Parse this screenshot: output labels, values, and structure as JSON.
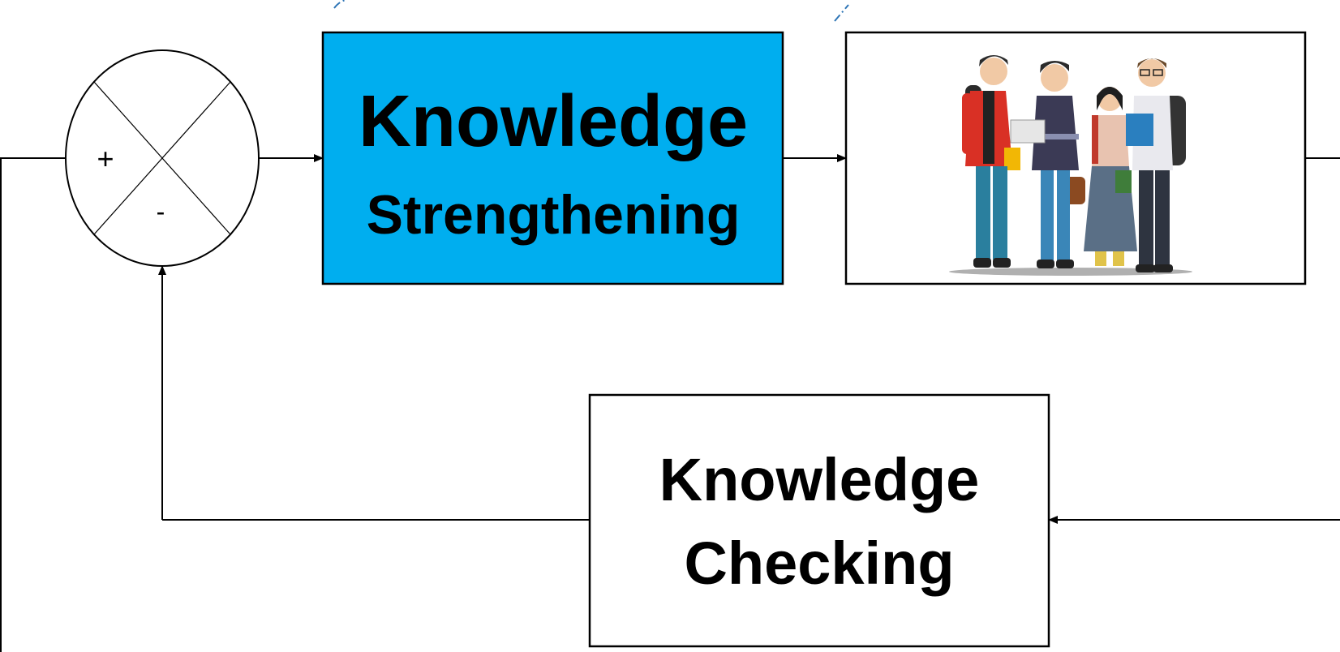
{
  "summing_junction": {
    "plus_sign": "+",
    "minus_sign": "-"
  },
  "forward_block": {
    "line1": "Knowledge",
    "line2": "Strengthening",
    "fill_color": "#00AEEF"
  },
  "plant_block": {
    "image": "students-group-illustration"
  },
  "feedback_block": {
    "line1": "Knowledge",
    "line2": "Checking"
  },
  "colors": {
    "line": "#000000",
    "marker": "#2E75B6"
  }
}
